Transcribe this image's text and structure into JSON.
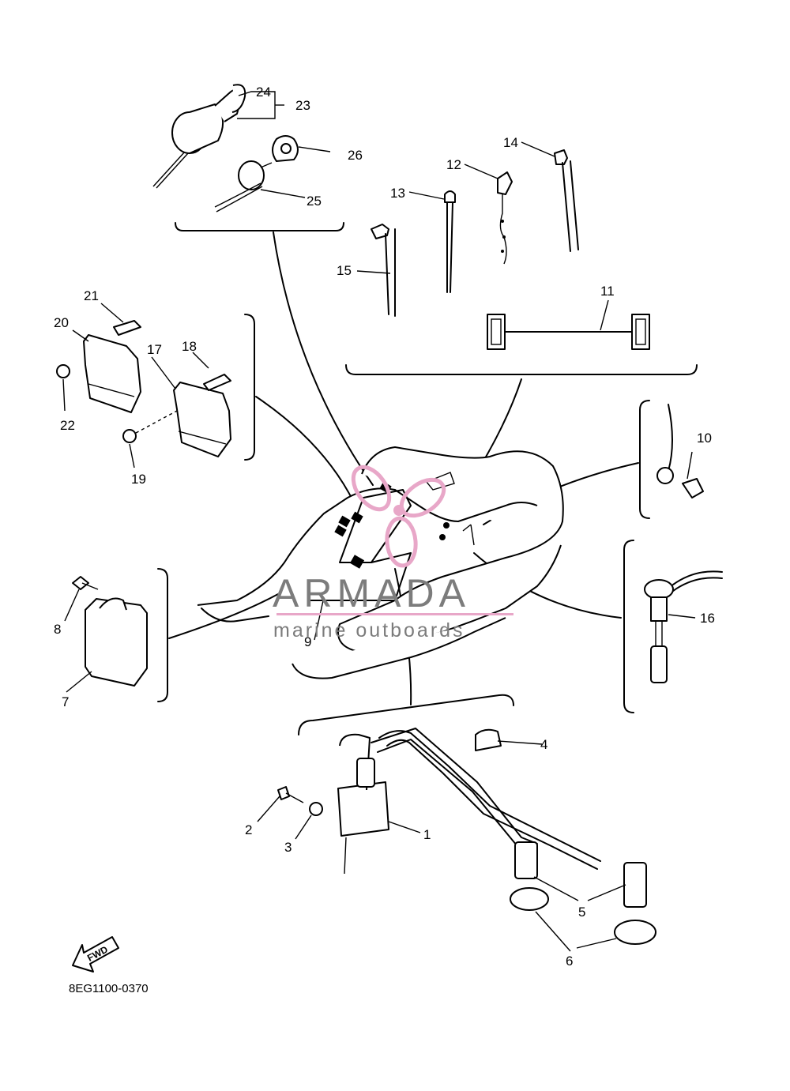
{
  "callouts": [
    "1",
    "2",
    "3",
    "4",
    "5",
    "6",
    "7",
    "8",
    "9",
    "10",
    "11",
    "12",
    "13",
    "14",
    "15",
    "16",
    "17",
    "18",
    "19",
    "20",
    "21",
    "22",
    "23",
    "24",
    "25",
    "26"
  ],
  "watermark": {
    "brand": "ARMADA",
    "tagline": "marine outboards",
    "color": "#e8a7c8"
  },
  "fwd_label": "FWD",
  "diagram_code": "8EG1100-0370"
}
